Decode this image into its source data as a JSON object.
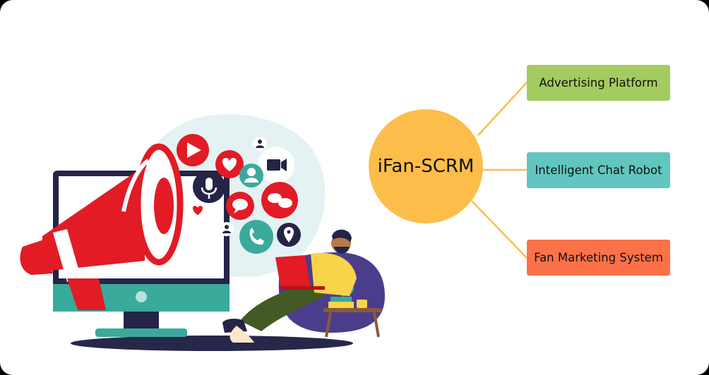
{
  "diagram": {
    "center": {
      "label": "iFan-SCRM",
      "color": "#fdbd4b"
    },
    "branches": [
      {
        "label": "Advertising Platform",
        "color": "#a3cb60"
      },
      {
        "label": "Intelligent Chat Robot",
        "color": "#62c6c0"
      },
      {
        "label": "Fan Marketing System",
        "color": "#fc7148"
      }
    ],
    "connector_color": "#fdbd4b"
  },
  "illustration": {
    "description_icons": [
      "megaphone-icon",
      "play-icon",
      "heart-icon",
      "microphone-icon",
      "user-icon",
      "video-camera-icon",
      "chat-bubble-icon",
      "phone-icon",
      "location-pin-icon",
      "laptop-icon",
      "monitor-icon"
    ],
    "colors": {
      "red": "#e21b25",
      "teal": "#3aaa9c",
      "navy": "#242446",
      "bubble": "#e4f2f3",
      "yellow": "#f9d448",
      "purple": "#4b3d8c"
    }
  }
}
